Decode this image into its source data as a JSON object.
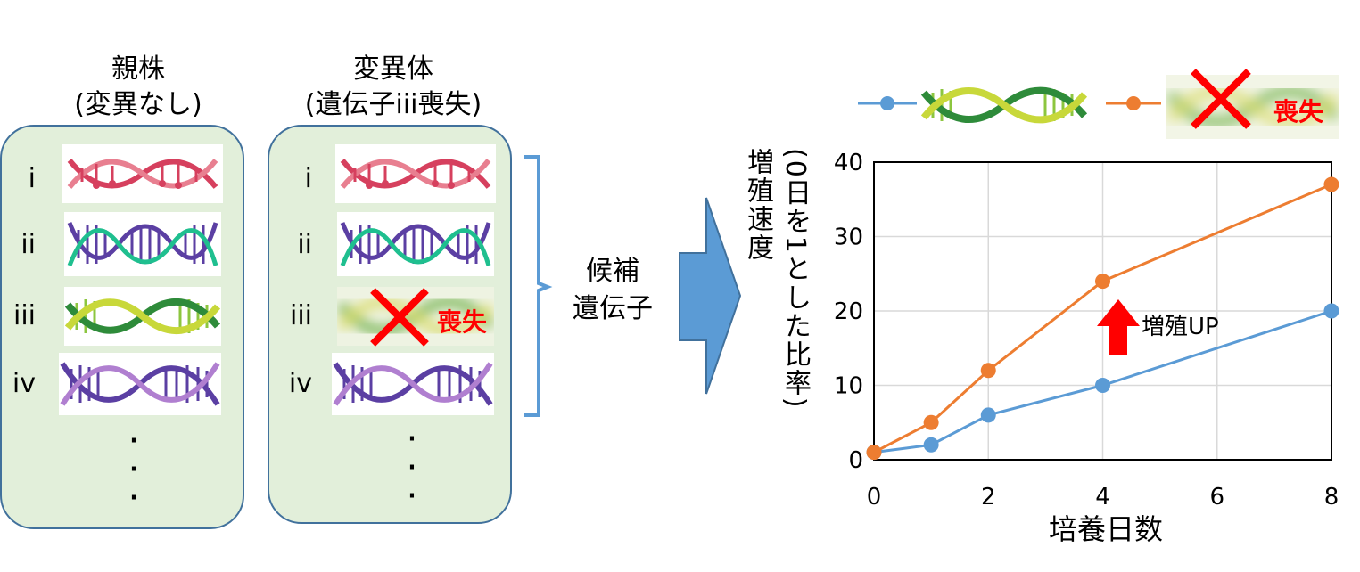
{
  "parent": {
    "title_line1": "親株",
    "title_line2": "(変異なし)",
    "rows": [
      "i",
      "ii",
      "iii",
      "iv"
    ]
  },
  "mutant": {
    "title_line1": "変異体",
    "title_line2": "(遺伝子iii喪失)",
    "rows": [
      "i",
      "ii",
      "iii",
      "iv"
    ],
    "lost_label": "喪失"
  },
  "candidate": {
    "line1": "候補",
    "line2": "遺伝子"
  },
  "legend": {
    "lost_label": "喪失"
  },
  "colors": {
    "panel_fill": "#e2efda",
    "panel_border": "#41719c",
    "arrow": "#5b9bd5",
    "bracket": "#5b9bd5",
    "series_parent": "#5b9bd5",
    "series_mutant": "#ed7d31",
    "up_arrow": "#ff0000",
    "cross": "#ff0000"
  },
  "icons": [
    "dna-red-icon",
    "dna-purple-green-icon",
    "dna-green-yellow-icon",
    "dna-purple-violet-icon",
    "cross-icon",
    "right-arrow-icon",
    "up-arrow-icon"
  ],
  "chart_data": {
    "type": "line",
    "xlabel": "培養日数",
    "ylabel": "増殖速度",
    "ylabel_sub": "(0日を1とした比率)",
    "xlim": [
      0,
      8
    ],
    "ylim": [
      0,
      40
    ],
    "xticks": [
      0,
      2,
      4,
      6,
      8
    ],
    "yticks": [
      0,
      10,
      20,
      30,
      40
    ],
    "grid": true,
    "legend_position": "top",
    "series": [
      {
        "x": [
          0,
          1,
          2,
          4,
          8
        ],
        "values": [
          1,
          2,
          6,
          10,
          20
        ]
      },
      {
        "x": [
          0,
          1,
          2,
          4,
          8
        ],
        "values": [
          1,
          5,
          12,
          24,
          37
        ]
      }
    ],
    "annotation": "増殖UP"
  }
}
